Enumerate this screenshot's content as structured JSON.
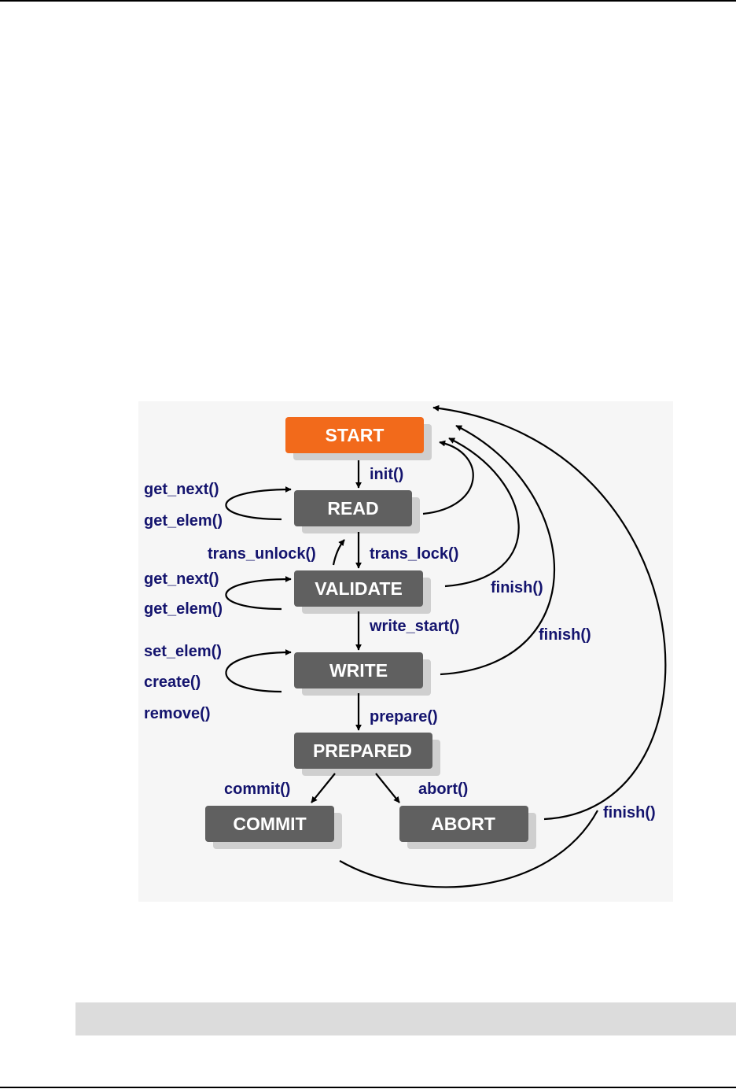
{
  "diagram": {
    "states": {
      "start": "START",
      "read": "READ",
      "validate": "VALIDATE",
      "write": "WRITE",
      "prepared": "PREPARED",
      "commit": "COMMIT",
      "abort": "ABORT"
    },
    "transitions": {
      "init": "init()",
      "trans_lock": "trans_lock()",
      "trans_unlock": "trans_unlock()",
      "write_start": "write_start()",
      "prepare": "prepare()",
      "commit": "commit()",
      "abort": "abort()",
      "read_get_next": "get_next()",
      "read_get_elem": "get_elem()",
      "validate_get_next": "get_next()",
      "validate_get_elem": "get_elem()",
      "write_set_elem": "set_elem()",
      "write_create": "create()",
      "write_remove": "remove()",
      "finish_validate": "finish()",
      "finish_write": "finish()",
      "finish_abort": "finish()"
    },
    "colors": {
      "start_node": "#f26a1b",
      "state_node": "#606060",
      "shadow": "#cfcfcf",
      "label": "#14146e"
    }
  }
}
